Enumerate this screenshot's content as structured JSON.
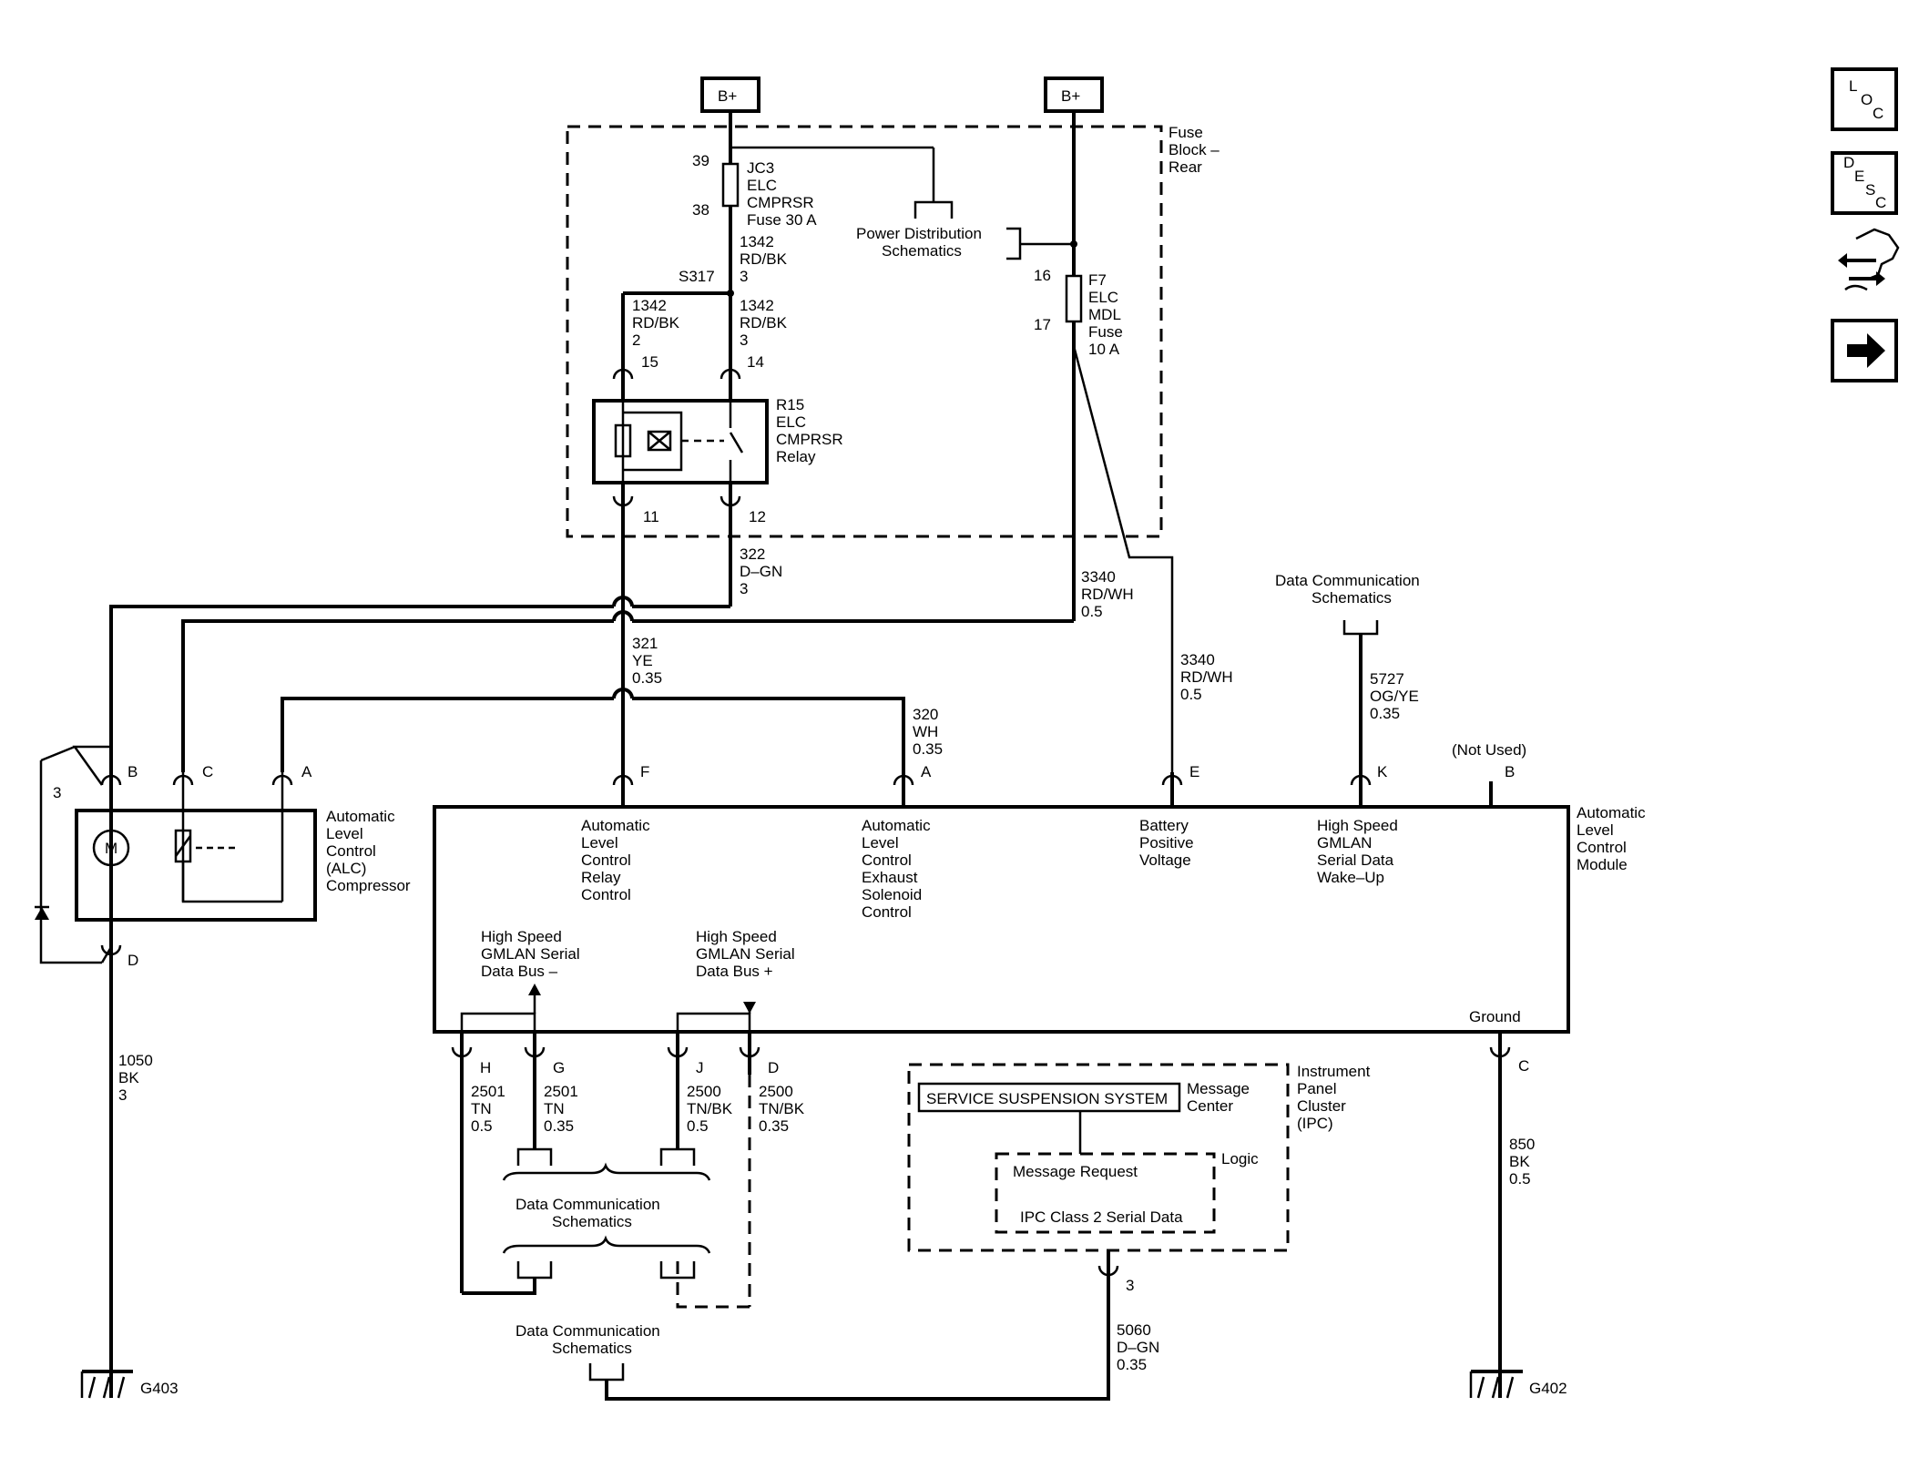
{
  "power": {
    "b1": "B+",
    "b2": "B+"
  },
  "fuse_block": {
    "l1": "Fuse",
    "l2": "Block –",
    "l3": "Rear"
  },
  "jc3": {
    "pin_top": "39",
    "pin_bot": "38",
    "l1": "JC3",
    "l2": "ELC",
    "l3": "CMPRSR",
    "l4": "Fuse 30 A"
  },
  "pds": {
    "l1": "Power Distribution",
    "l2": "Schematics"
  },
  "w1342a": {
    "l1": "1342",
    "l2": "RD/BK",
    "l3": "3"
  },
  "s317": "S317",
  "w1342b": {
    "l1": "1342",
    "l2": "RD/BK",
    "l3": "2"
  },
  "w1342c": {
    "l1": "1342",
    "l2": "RD/BK",
    "l3": "3"
  },
  "f7": {
    "pin_top": "16",
    "pin_bot": "17",
    "l1": "F7",
    "l2": "ELC",
    "l3": "MDL",
    "l4": "Fuse",
    "l5": "10 A"
  },
  "relay": {
    "pin15": "15",
    "pin14": "14",
    "pin11": "11",
    "pin12": "12",
    "l1": "R15",
    "l2": "ELC",
    "l3": "CMPRSR",
    "l4": "Relay"
  },
  "w322": {
    "l1": "322",
    "l2": "D–GN",
    "l3": "3"
  },
  "w3340a": {
    "l1": "3340",
    "l2": "RD/WH",
    "l3": "0.5"
  },
  "w3340b": {
    "l1": "3340",
    "l2": "RD/WH",
    "l3": "0.5"
  },
  "w321": {
    "l1": "321",
    "l2": "YE",
    "l3": "0.35"
  },
  "w320": {
    "l1": "320",
    "l2": "WH",
    "l3": "0.35"
  },
  "dcs_top": {
    "l1": "Data Communication",
    "l2": "Schematics"
  },
  "w5727": {
    "l1": "5727",
    "l2": "OG/YE",
    "l3": "0.35"
  },
  "not_used": "(Not Used)",
  "compressor": {
    "pinB": "B",
    "pinC": "C",
    "pinA": "A",
    "pinD": "D",
    "side": "3",
    "motor": "M",
    "l1": "Automatic",
    "l2": "Level",
    "l3": "Control",
    "l4": "(ALC)",
    "l5": "Compressor"
  },
  "module": {
    "pinF": "F",
    "pinA": "A",
    "pinE": "E",
    "pinK": "K",
    "pinB": "B",
    "pinH": "H",
    "pinG": "G",
    "pinJ": "J",
    "pinD": "D",
    "pinC": "C",
    "name": {
      "l1": "Automatic",
      "l2": "Level",
      "l3": "Control",
      "l4": "Module"
    },
    "f": {
      "l1": "Automatic",
      "l2": "Level",
      "l3": "Control",
      "l4": "Relay",
      "l5": "Control"
    },
    "a": {
      "l1": "Automatic",
      "l2": "Level",
      "l3": "Control",
      "l4": "Exhaust",
      "l5": "Solenoid",
      "l6": "Control"
    },
    "e": {
      "l1": "Battery",
      "l2": "Positive",
      "l3": "Voltage"
    },
    "k": {
      "l1": "High Speed",
      "l2": "GMLAN",
      "l3": "Serial Data",
      "l4": "Wake–Up"
    },
    "busneg": {
      "l1": "High Speed",
      "l2": "GMLAN Serial",
      "l3": "Data Bus –"
    },
    "buspos": {
      "l1": "High Speed",
      "l2": "GMLAN Serial",
      "l3": "Data Bus +"
    },
    "ground": "Ground"
  },
  "w1050": {
    "l1": "1050",
    "l2": "BK",
    "l3": "3"
  },
  "w2501a": {
    "l1": "2501",
    "l2": "TN",
    "l3": "0.5"
  },
  "w2501b": {
    "l1": "2501",
    "l2": "TN",
    "l3": "0.35"
  },
  "w2500a": {
    "l1": "2500",
    "l2": "TN/BK",
    "l3": "0.5"
  },
  "w2500b": {
    "l1": "2500",
    "l2": "TN/BK",
    "l3": "0.35"
  },
  "dcs_mid": {
    "l1": "Data Communication",
    "l2": "Schematics"
  },
  "dcs_bot": {
    "l1": "Data Communication",
    "l2": "Schematics"
  },
  "ipc": {
    "display": "SERVICE SUSPENSION SYSTEM",
    "mc1": "Message",
    "mc2": "Center",
    "l1": "Instrument",
    "l2": "Panel",
    "l3": "Cluster",
    "l4": "(IPC)",
    "logic": "Logic",
    "req": "Message Request",
    "class2": "IPC Class 2 Serial Data",
    "pin": "3"
  },
  "w5060": {
    "l1": "5060",
    "l2": "D–GN",
    "l3": "0.35"
  },
  "w850": {
    "l1": "850",
    "l2": "BK",
    "l3": "0.5"
  },
  "g403": "G403",
  "g402": "G402",
  "nav": {
    "loc_l": "L",
    "loc_o": "O",
    "loc_c": "C",
    "desc_d": "D",
    "desc_e": "E",
    "desc_s": "S",
    "desc_c": "C"
  }
}
